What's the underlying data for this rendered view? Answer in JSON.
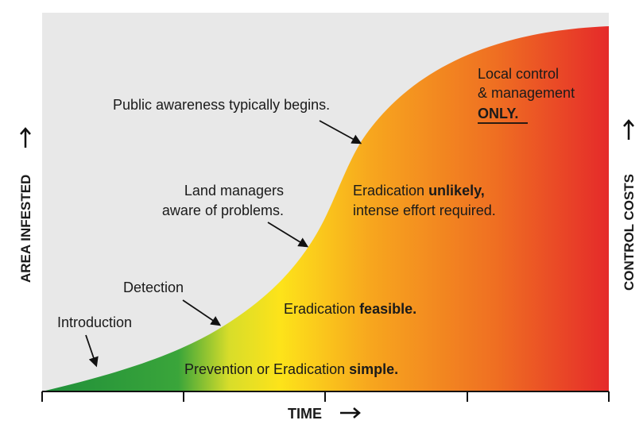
{
  "axes": {
    "x_label": "TIME",
    "y_left_label": "AREA INFESTED",
    "y_right_label": "CONTROL COSTS"
  },
  "stage_labels": {
    "introduction": "Introduction",
    "detection": "Detection",
    "land_managers_line1": "Land managers",
    "land_managers_line2": "aware of problems.",
    "public_awareness": "Public awareness typically begins.",
    "local_control_line1": "Local control",
    "local_control_line2": "& management",
    "local_control_emph": "ONLY."
  },
  "zone_labels": {
    "simple_prefix": "Prevention or Eradication ",
    "simple_emph": "simple.",
    "feasible_prefix": "Eradication ",
    "feasible_emph": "feasible.",
    "unlikely_prefix": "Eradication ",
    "unlikely_emph": "unlikely,",
    "unlikely_line2": "intense effort required."
  },
  "colors": {
    "background": "#e8e8e8",
    "green": "#2a9a3c",
    "yellow": "#fde01a",
    "orange": "#f08a1e",
    "red": "#e52a2a"
  }
}
